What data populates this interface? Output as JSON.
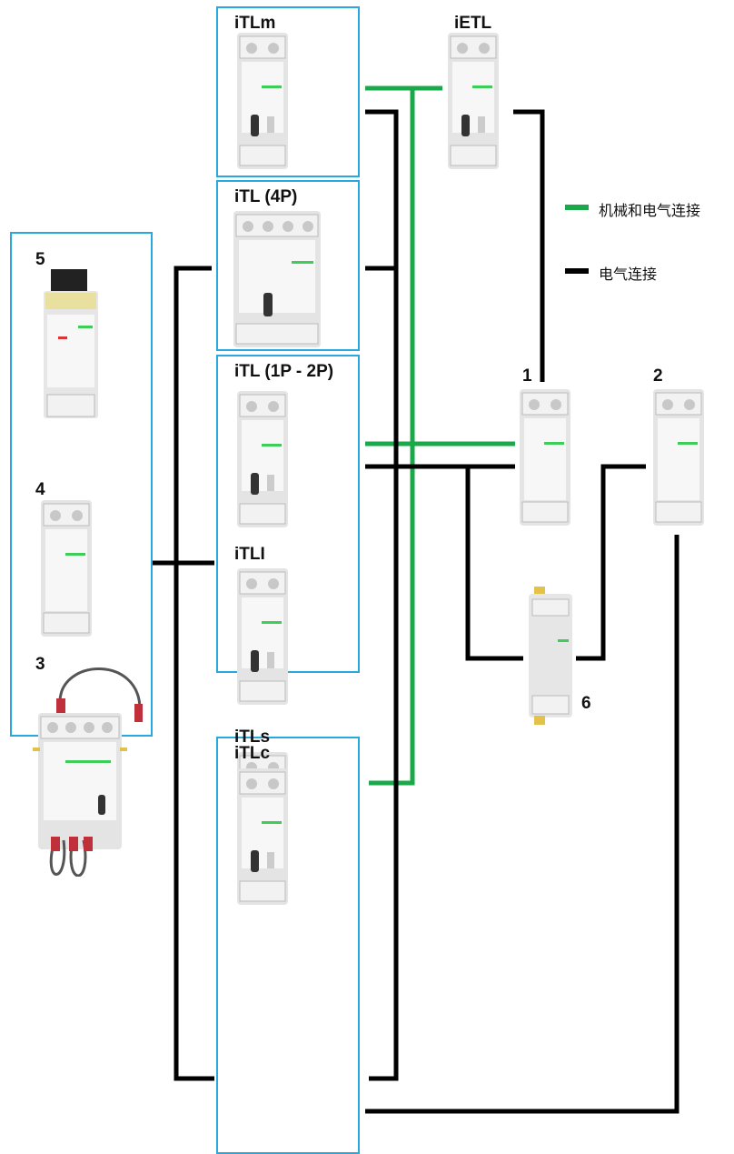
{
  "groups": {
    "itlm": "iTLm",
    "ietl": "iETL",
    "itl4p": "iTL (4P)",
    "itl1p2p": "iTL (1P - 2P)",
    "itli": "iTLI",
    "itls": "iTLs",
    "itlc": "iTLc"
  },
  "numbers": {
    "n1": "1",
    "n2": "2",
    "n3": "3",
    "n4": "4",
    "n5": "5",
    "n6": "6"
  },
  "legend": {
    "mech_elec": "机械和电气连接",
    "elec": "电气连接",
    "mech_elec_color": "#1aa84a",
    "elec_color": "#000000"
  },
  "colors": {
    "box_border": "#29a8e0",
    "brand_green": "#3dcd58"
  }
}
